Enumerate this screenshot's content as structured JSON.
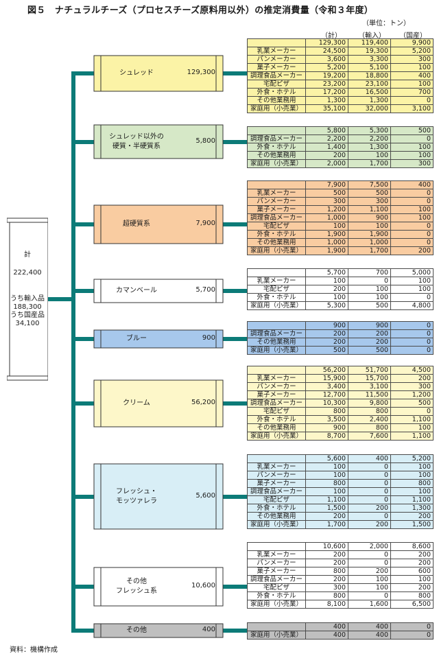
{
  "title": "図５　ナチュラルチーズ（プロセスチーズ原料用以外）の推定消費量（令和３年度）",
  "unit": "（単位：トン）",
  "columns": [
    "（計）",
    "（輸入）",
    "（国産）"
  ],
  "source": "資料：機構作成",
  "total": {
    "label": "計",
    "value": "222,400",
    "import_label": "うち輸入品",
    "import_value": "188,300",
    "domestic_label": "うち国産品",
    "domestic_value": "34,100"
  },
  "colors": {
    "line": "#0c7b78",
    "shred": "#fbf3a6",
    "semi_hard": "#d6e8c7",
    "super_hard": "#f9cca1",
    "camembert": "#ffffff",
    "blue": "#a7c8ec",
    "cream": "#fdf7c9",
    "fresh_mozzarella": "#d8eef6",
    "other_fresh": "#ffffff",
    "other": "#bfbfbf"
  },
  "categories": [
    {
      "id": "shred",
      "name_lines": [
        "シュレッド"
      ],
      "total": "129,300",
      "color_key": "shred",
      "header": [
        "129,300",
        "119,400",
        "9,900"
      ],
      "rows": [
        [
          "乳業メーカー",
          "24,500",
          "19,300",
          "5,200"
        ],
        [
          "パンメーカー",
          "3,600",
          "3,300",
          "300"
        ],
        [
          "菓子メーカー",
          "5,200",
          "5,100",
          "100"
        ],
        [
          "調理食品メーカー",
          "19,200",
          "18,800",
          "400"
        ],
        [
          "宅配ピザ",
          "23,200",
          "23,100",
          "100"
        ],
        [
          "外食・ホテル",
          "17,200",
          "16,500",
          "700"
        ],
        [
          "その他業務用",
          "1,300",
          "1,300",
          "0"
        ],
        [
          "家庭用（小売業）",
          "35,100",
          "32,000",
          "3,100"
        ]
      ]
    },
    {
      "id": "semi-hard",
      "name_lines": [
        "シュレッド以外の",
        "硬質・半硬質系"
      ],
      "total": "5,800",
      "color_key": "semi_hard",
      "header": [
        "5,800",
        "5,300",
        "500"
      ],
      "rows": [
        [
          "調理食品メーカー",
          "2,200",
          "2,200",
          "0"
        ],
        [
          "外食・ホテル",
          "1,400",
          "1,300",
          "100"
        ],
        [
          "その他業務用",
          "200",
          "100",
          "100"
        ],
        [
          "家庭用（小売業）",
          "2,000",
          "1,700",
          "300"
        ]
      ]
    },
    {
      "id": "super-hard",
      "name_lines": [
        "超硬質系"
      ],
      "total": "7,900",
      "color_key": "super_hard",
      "header": [
        "7,900",
        "7,500",
        "400"
      ],
      "rows": [
        [
          "乳業メーカー",
          "500",
          "500",
          "0"
        ],
        [
          "パンメーカー",
          "300",
          "300",
          "0"
        ],
        [
          "菓子メーカー",
          "1,200",
          "1,100",
          "100"
        ],
        [
          "調理食品メーカー",
          "1,000",
          "900",
          "100"
        ],
        [
          "宅配ピザ",
          "100",
          "100",
          "0"
        ],
        [
          "外食・ホテル",
          "1,900",
          "1,900",
          "0"
        ],
        [
          "その他業務用",
          "1,000",
          "1,000",
          "0"
        ],
        [
          "家庭用（小売業）",
          "1,900",
          "1,700",
          "200"
        ]
      ]
    },
    {
      "id": "camembert",
      "name_lines": [
        "カマンベール"
      ],
      "total": "5,700",
      "color_key": "camembert",
      "header": [
        "5,700",
        "700",
        "5,000"
      ],
      "rows": [
        [
          "乳業メーカー",
          "100",
          "0",
          "100"
        ],
        [
          "宅配ピザ",
          "200",
          "100",
          "100"
        ],
        [
          "外食・ホテル",
          "100",
          "100",
          "0"
        ],
        [
          "家庭用（小売業）",
          "5,300",
          "500",
          "4,800"
        ]
      ]
    },
    {
      "id": "blue",
      "name_lines": [
        "ブルー"
      ],
      "total": "900",
      "color_key": "blue",
      "header": [
        "900",
        "900",
        "0"
      ],
      "rows": [
        [
          "調理食品メーカー",
          "200",
          "200",
          "0"
        ],
        [
          "その他業務用",
          "200",
          "200",
          "0"
        ],
        [
          "家庭用（小売業）",
          "500",
          "500",
          "0"
        ]
      ]
    },
    {
      "id": "cream",
      "name_lines": [
        "クリーム"
      ],
      "total": "56,200",
      "color_key": "cream",
      "header": [
        "56,200",
        "51,700",
        "4,500"
      ],
      "rows": [
        [
          "乳業メーカー",
          "15,900",
          "15,700",
          "200"
        ],
        [
          "パンメーカー",
          "3,400",
          "3,100",
          "300"
        ],
        [
          "菓子メーカー",
          "12,700",
          "11,500",
          "1,200"
        ],
        [
          "調理食品メーカー",
          "10,300",
          "9,800",
          "500"
        ],
        [
          "宅配ピザ",
          "800",
          "800",
          "0"
        ],
        [
          "外食・ホテル",
          "3,500",
          "2,400",
          "1,100"
        ],
        [
          "その他業務用",
          "900",
          "800",
          "100"
        ],
        [
          "家庭用（小売業）",
          "8,700",
          "7,600",
          "1,100"
        ]
      ]
    },
    {
      "id": "fresh-mozzarella",
      "name_lines": [
        "フレッシュ・",
        "モッツァレラ"
      ],
      "total": "5,600",
      "color_key": "fresh_mozzarella",
      "header": [
        "5,600",
        "400",
        "5,200"
      ],
      "rows": [
        [
          "乳業メーカー",
          "100",
          "0",
          "100"
        ],
        [
          "パンメーカー",
          "100",
          "0",
          "100"
        ],
        [
          "菓子メーカー",
          "800",
          "0",
          "800"
        ],
        [
          "調理食品メーカー",
          "100",
          "0",
          "100"
        ],
        [
          "宅配ピザ",
          "1,100",
          "0",
          "1,100"
        ],
        [
          "外食・ホテル",
          "1,500",
          "200",
          "1,300"
        ],
        [
          "その他業務用",
          "200",
          "0",
          "200"
        ],
        [
          "家庭用（小売業）",
          "1,700",
          "200",
          "1,500"
        ]
      ]
    },
    {
      "id": "other-fresh",
      "name_lines": [
        "その他",
        "フレッシュ系"
      ],
      "total": "10,600",
      "color_key": "other_fresh",
      "header": [
        "10,600",
        "2,000",
        "8,600"
      ],
      "rows": [
        [
          "乳業メーカー",
          "200",
          "0",
          "200"
        ],
        [
          "パンメーカー",
          "200",
          "0",
          "200"
        ],
        [
          "菓子メーカー",
          "800",
          "200",
          "600"
        ],
        [
          "調理食品メーカー",
          "200",
          "100",
          "100"
        ],
        [
          "宅配ピザ",
          "300",
          "100",
          "200"
        ],
        [
          "外食・ホテル",
          "800",
          "0",
          "800"
        ],
        [
          "家庭用（小売業）",
          "8,100",
          "1,600",
          "6,500"
        ]
      ]
    },
    {
      "id": "other",
      "name_lines": [
        "その他"
      ],
      "total": "400",
      "color_key": "other",
      "header": [
        "400",
        "400",
        "0"
      ],
      "rows": [
        [
          "家庭用（小売業）",
          "400",
          "400",
          "0"
        ]
      ]
    }
  ]
}
